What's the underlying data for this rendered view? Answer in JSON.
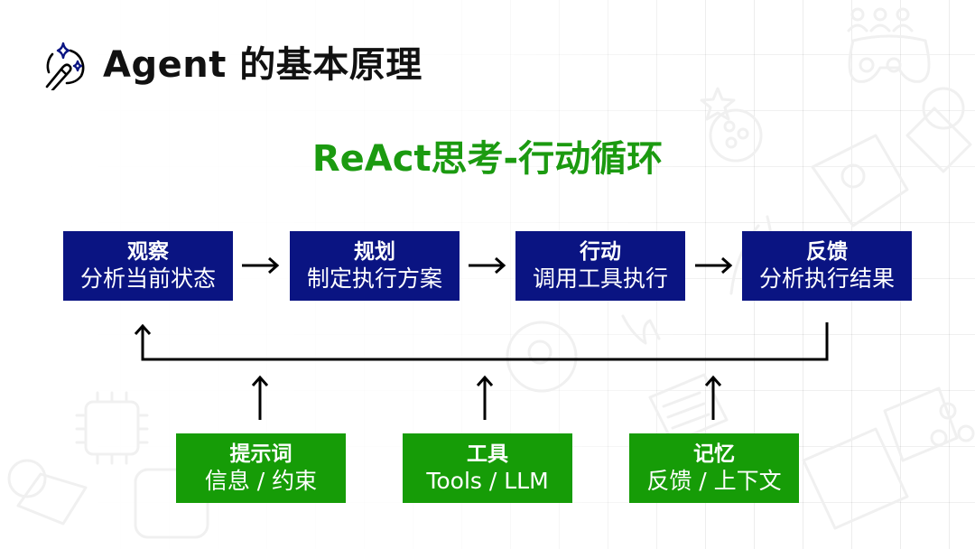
{
  "header": {
    "logo_icon": "magic-wand-sparkles-icon",
    "title": "Agent 的基本原理"
  },
  "subtitle": "ReAct思考-行动循环",
  "colors": {
    "primary_blue": "#0a1482",
    "accent_green": "#169c07",
    "title_green": "#1b9a10"
  },
  "cycle_steps": [
    {
      "title": "观察",
      "subtitle": "分析当前状态"
    },
    {
      "title": "规划",
      "subtitle": "制定执行方案"
    },
    {
      "title": "行动",
      "subtitle": "调用工具执行"
    },
    {
      "title": "反馈",
      "subtitle": "分析执行结果"
    }
  ],
  "inputs": [
    {
      "title": "提示词",
      "subtitle": "信息 / 约束"
    },
    {
      "title": "工具",
      "subtitle": "Tools / LLM"
    },
    {
      "title": "记忆",
      "subtitle": "反馈 / 上下文"
    }
  ],
  "connectors": {
    "step_arrow": "right-arrow-icon",
    "loop": "feedback-loop-line",
    "input_arrow": "up-arrow-icon"
  }
}
